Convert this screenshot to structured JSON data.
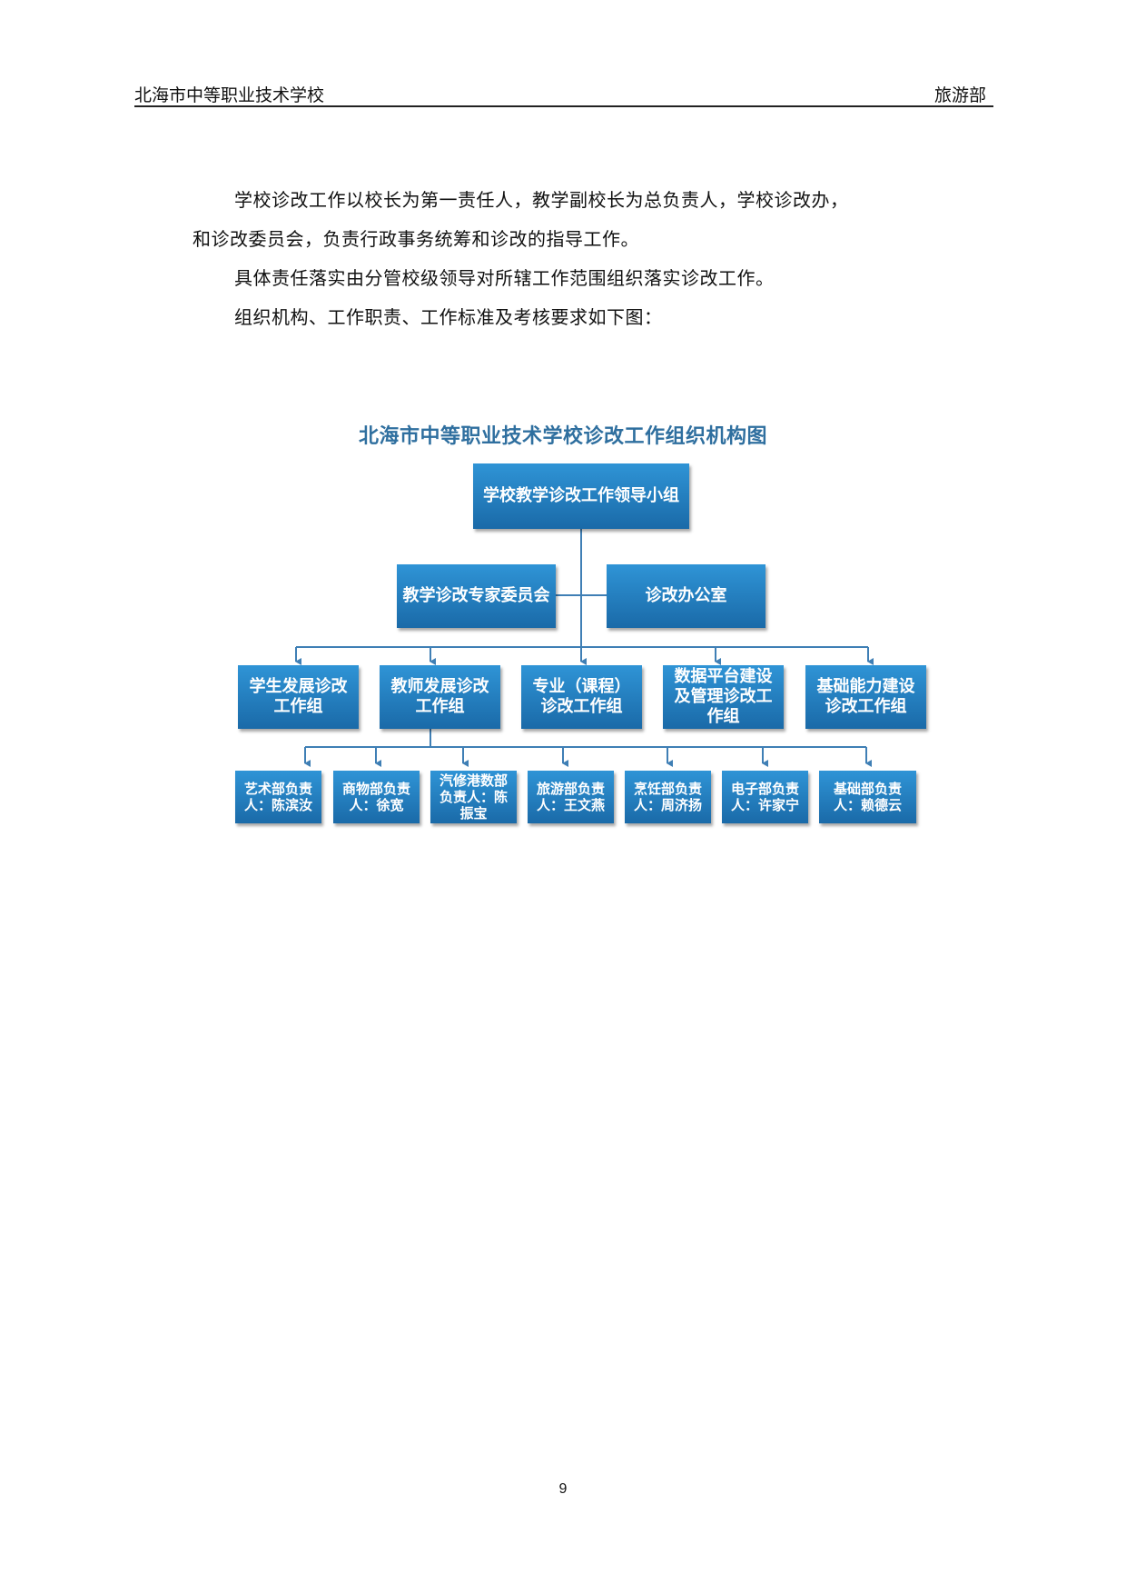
{
  "header": {
    "school": "北海市中等职业技术学校",
    "dept": "旅游部"
  },
  "paragraphs": [
    "学校诊改工作以校长为第一责任人，教学副校长为总负责人，学校诊改办，",
    "和诊改委员会，负责行政事务统筹和诊改的指导工作。",
    "具体责任落实由分管校级领导对所辖工作范围组织落实诊改工作。",
    "组织机构、工作职责、工作标准及考核要求如下图："
  ],
  "org_chart": {
    "title": "北海市中等职业技术学校诊改工作组织机构图",
    "top": "学校教学诊改工作领导小组",
    "committee": "教学诊改专家委员会",
    "office": "诊改办公室",
    "groups": [
      "学生发展诊改工作组",
      "教师发展诊改工作组",
      "专业（课程）诊改工作组",
      "数据平台建设及管理诊改工作组",
      "基础能力建设诊改工作组"
    ],
    "departments": [
      "艺术部负责人：陈滨汝",
      "商物部负责人：徐宽",
      "汽修港数部负责人：陈振宝",
      "旅游部负责人：王文燕",
      "烹饪部负责人：周济扬",
      "电子部负责人：许家宁",
      "基础部负责人：赖德云"
    ],
    "line_color": "#3f7fb5"
  },
  "page_number": "9"
}
